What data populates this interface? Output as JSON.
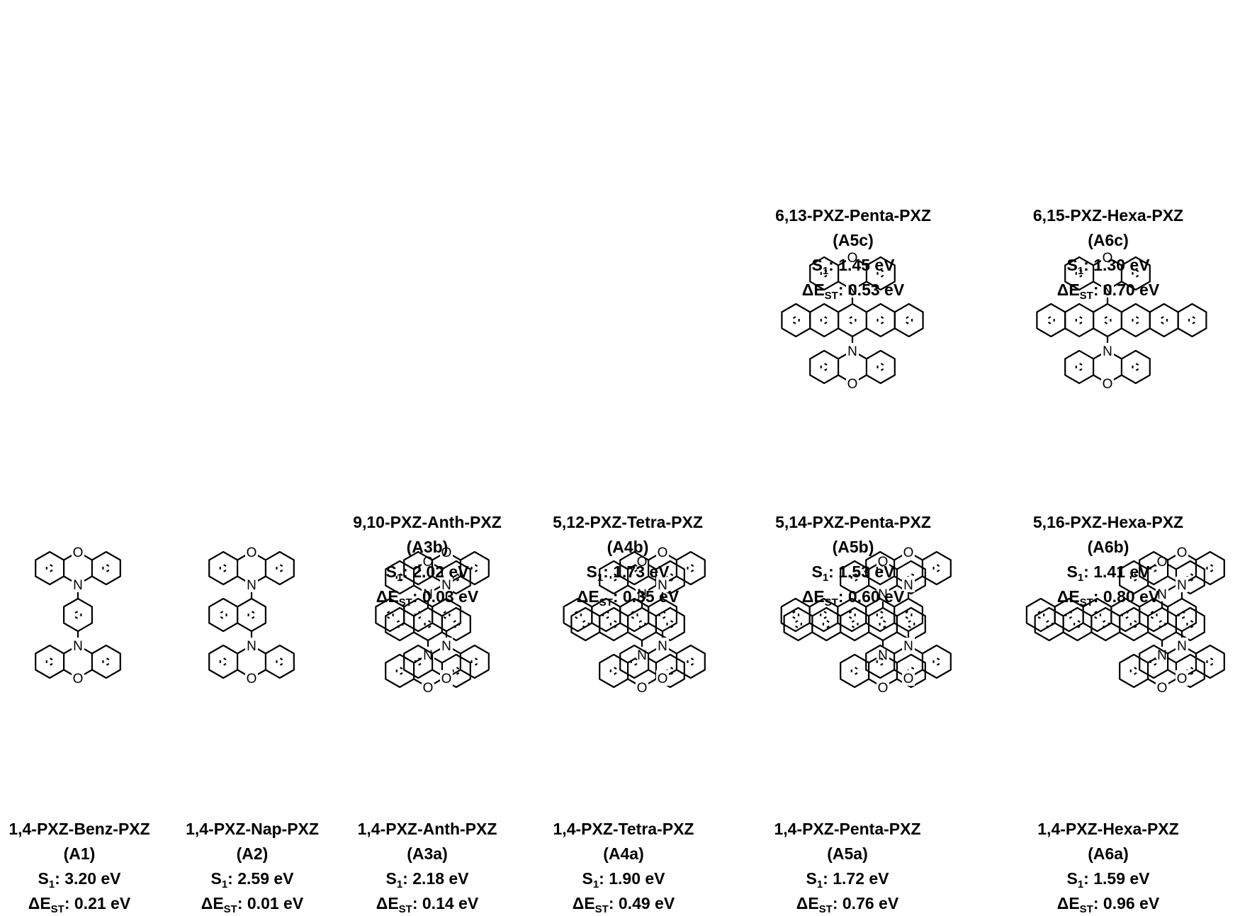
{
  "compounds": [
    {
      "name": "6,13-PXZ-Penta-PXZ",
      "code": "(A5c)",
      "s1_label": "S",
      "s1_sub": "1",
      "s1_value": ": 1.45 eV",
      "dest_label": "ΔE",
      "dest_sub": "ST",
      "dest_value": ": 0.53 eV",
      "core_rings": 5,
      "attach": "center"
    },
    {
      "name": "6,15-PXZ-Hexa-PXZ",
      "code": "(A6c)",
      "s1_label": "S",
      "s1_sub": "1",
      "s1_value": ": 1.30 eV",
      "dest_label": "ΔE",
      "dest_sub": "ST",
      "dest_value": ": 0.70 eV",
      "core_rings": 6,
      "attach": "center"
    },
    {
      "name": "9,10-PXZ-Anth-PXZ",
      "code": "(A3b)",
      "s1_label": "S",
      "s1_sub": "1",
      "s1_value": ": 2.02 eV",
      "dest_label": "ΔE",
      "dest_sub": "ST",
      "dest_value": ": 0.03 eV",
      "core_rings": 3,
      "attach": "second"
    },
    {
      "name": "5,12-PXZ-Tetra-PXZ",
      "code": "(A4b)",
      "s1_label": "S",
      "s1_sub": "1",
      "s1_value": ": 1.73 eV",
      "dest_label": "ΔE",
      "dest_sub": "ST",
      "dest_value": ": 0.35 eV",
      "core_rings": 4,
      "attach": "second"
    },
    {
      "name": "5,14-PXZ-Penta-PXZ",
      "code": "(A5b)",
      "s1_label": "S",
      "s1_sub": "1",
      "s1_value": ": 1.53 eV",
      "dest_label": "ΔE",
      "dest_sub": "ST",
      "dest_value": ": 0.60 eV",
      "core_rings": 5,
      "attach": "second"
    },
    {
      "name": "5,16-PXZ-Hexa-PXZ",
      "code": "(A6b)",
      "s1_label": "S",
      "s1_sub": "1",
      "s1_value": ": 1.41 eV",
      "dest_label": "ΔE",
      "dest_sub": "ST",
      "dest_value": ": 0.80 eV",
      "core_rings": 6,
      "attach": "second"
    },
    {
      "name": "1,4-PXZ-Benz-PXZ",
      "code": "(A1)",
      "s1_label": "S",
      "s1_sub": "1",
      "s1_value": ": 3.20 eV",
      "dest_label": "ΔE",
      "dest_sub": "ST",
      "dest_value": ": 0.21 eV",
      "core_rings": 1,
      "attach": "terminal"
    },
    {
      "name": "1,4-PXZ-Nap-PXZ",
      "code": "(A2)",
      "s1_label": "S",
      "s1_sub": "1",
      "s1_value": ": 2.59 eV",
      "dest_label": "ΔE",
      "dest_sub": "ST",
      "dest_value": ": 0.01 eV",
      "core_rings": 2,
      "attach": "terminal"
    },
    {
      "name": "1,4-PXZ-Anth-PXZ",
      "code": "(A3a)",
      "s1_label": "S",
      "s1_sub": "1",
      "s1_value": ": 2.18 eV",
      "dest_label": "ΔE",
      "dest_sub": "ST",
      "dest_value": ": 0.14 eV",
      "core_rings": 3,
      "attach": "terminal"
    },
    {
      "name": "1,4-PXZ-Tetra-PXZ",
      "code": "(A4a)",
      "s1_label": "S",
      "s1_sub": "1",
      "s1_value": ": 1.90 eV",
      "dest_label": "ΔE",
      "dest_sub": "ST",
      "dest_value": ": 0.49 eV",
      "core_rings": 4,
      "attach": "terminal"
    },
    {
      "name": "1,4-PXZ-Penta-PXZ",
      "code": "(A5a)",
      "s1_label": "S",
      "s1_sub": "1",
      "s1_value": ": 1.72 eV",
      "dest_label": "ΔE",
      "dest_sub": "ST",
      "dest_value": ": 0.76 eV",
      "core_rings": 5,
      "attach": "terminal"
    },
    {
      "name": "1,4-PXZ-Hexa-PXZ",
      "code": "(A6a)",
      "s1_label": "S",
      "s1_sub": "1",
      "s1_value": ": 1.59 eV",
      "dest_label": "ΔE",
      "dest_sub": "ST",
      "dest_value": ": 0.96 eV",
      "core_rings": 6,
      "attach": "terminal"
    }
  ],
  "atom_labels": {
    "oxygen": "O",
    "nitrogen": "N"
  }
}
